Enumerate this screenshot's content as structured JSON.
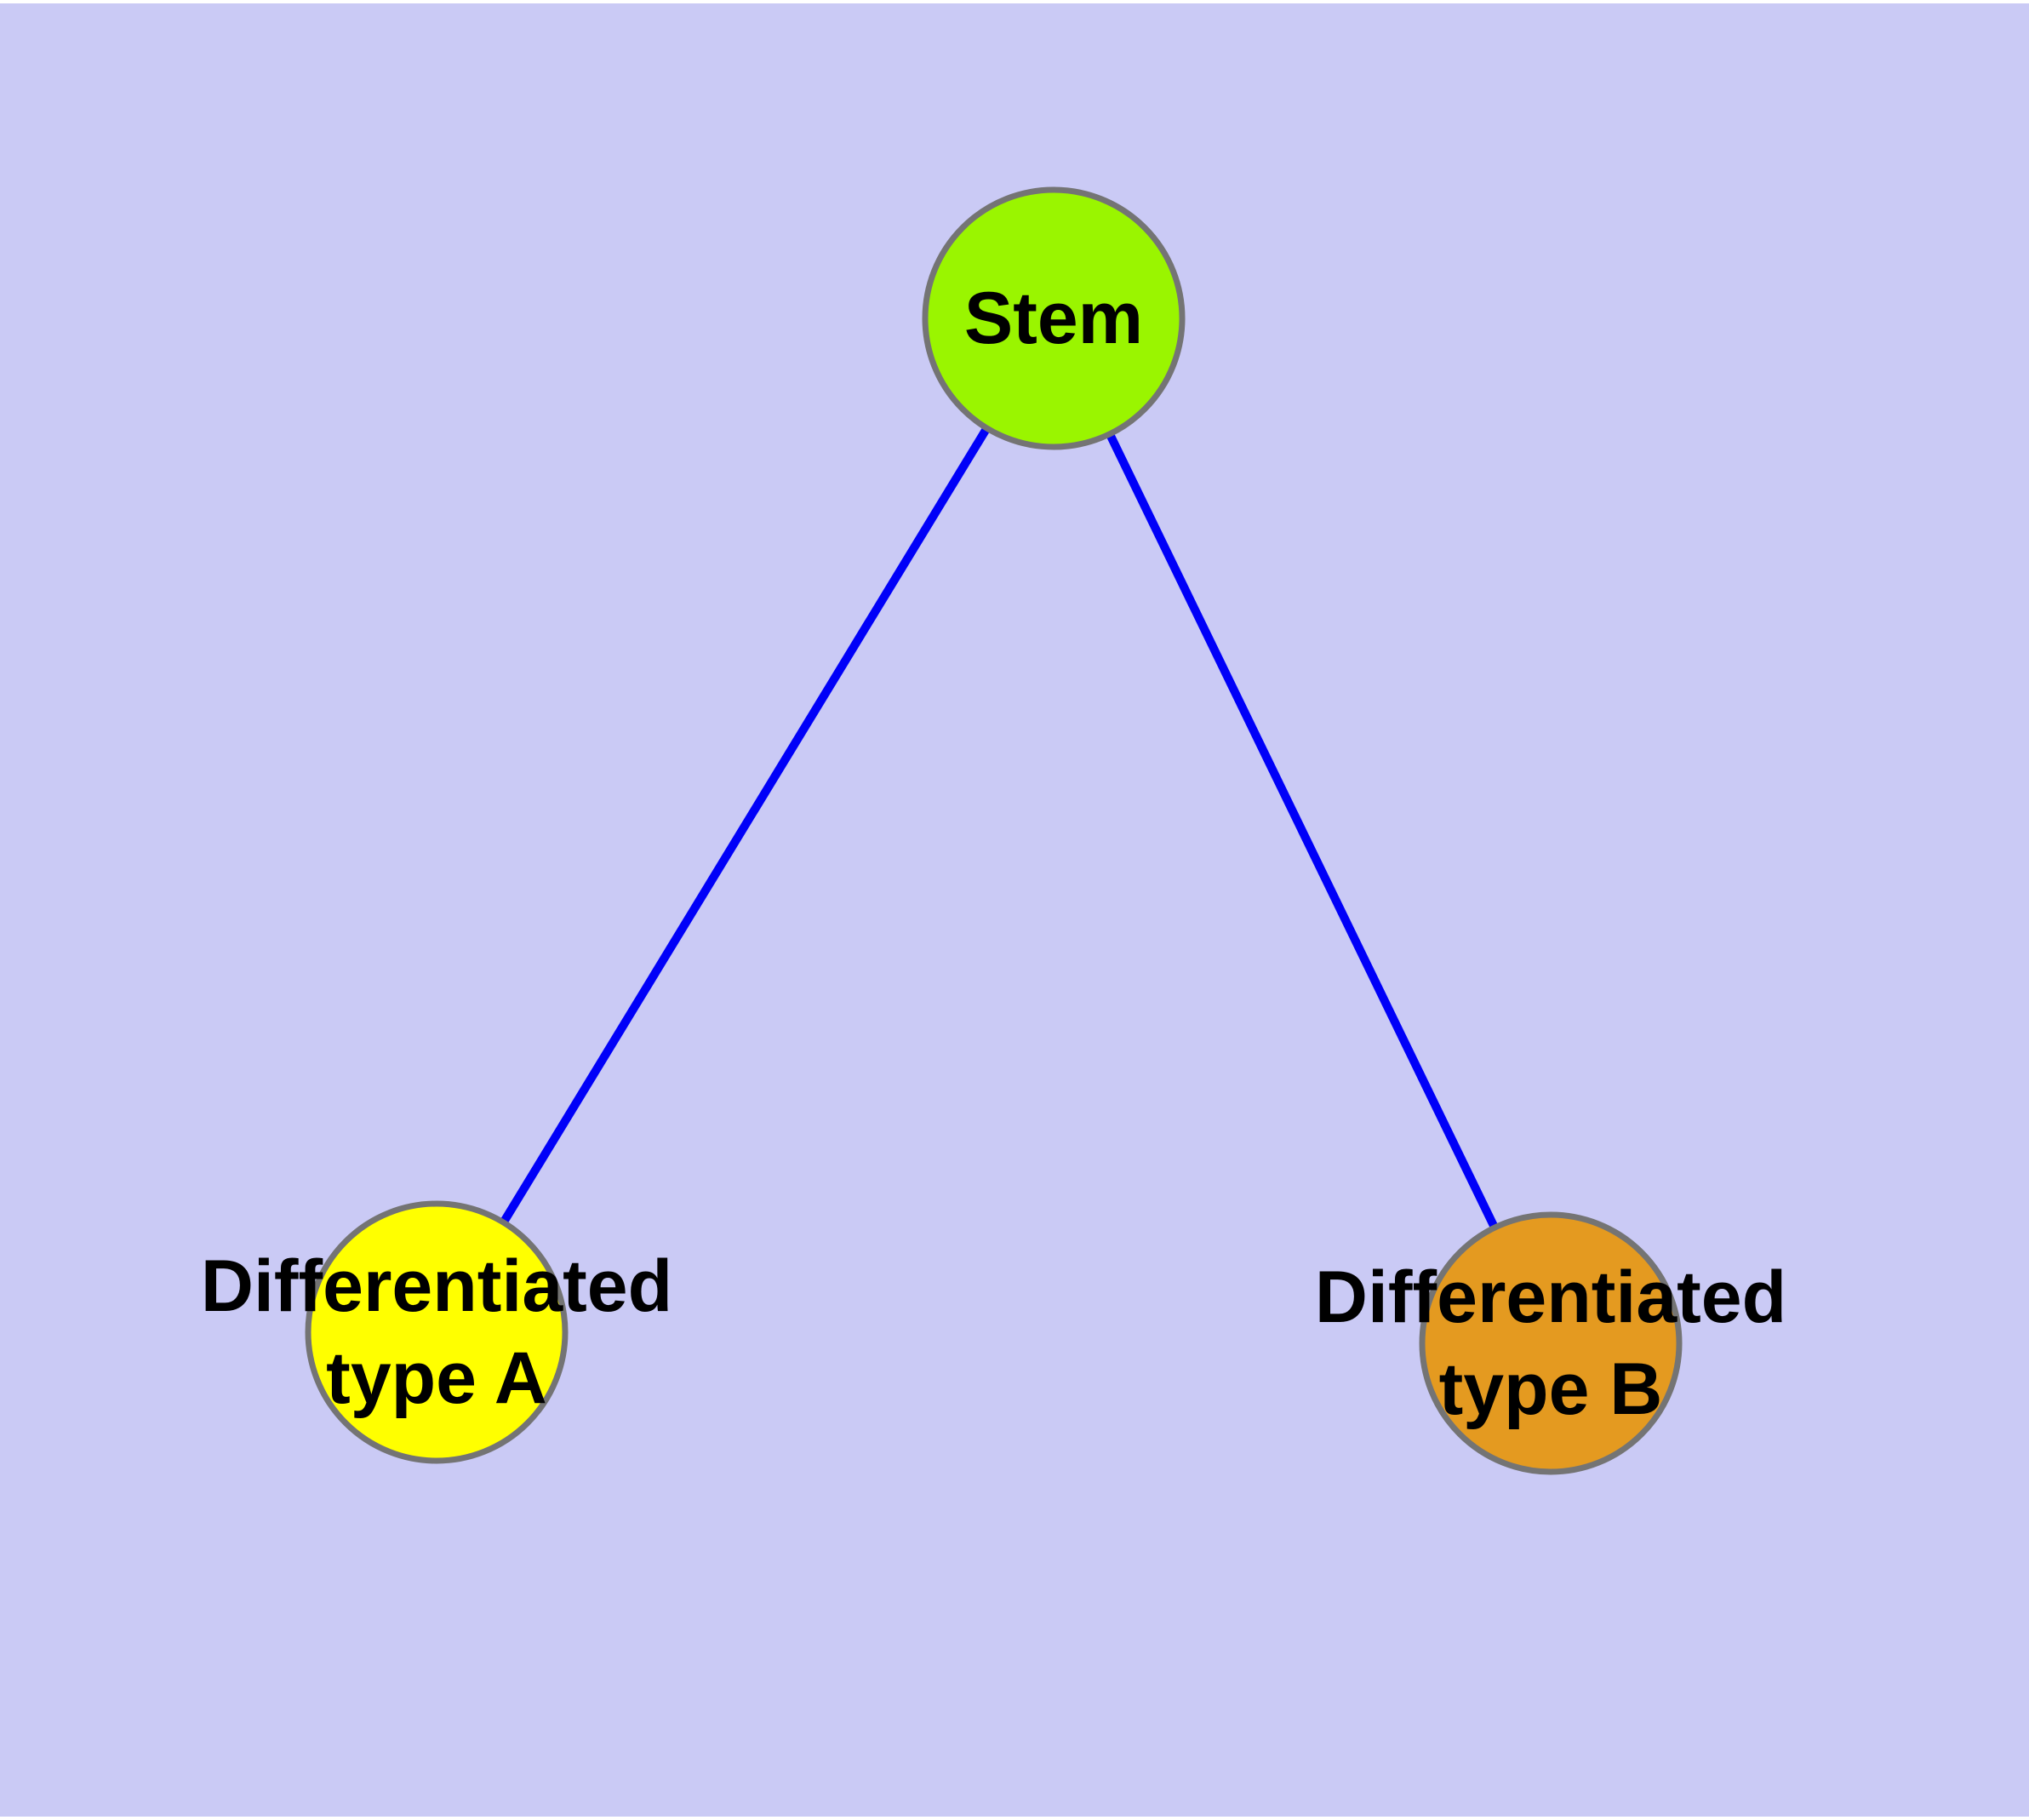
{
  "colors": {
    "background": "#CACAF5",
    "edge": "#0000F8",
    "node_border": "#747474",
    "label": "#000000"
  },
  "nodes": [
    {
      "id": "stem",
      "label": "Stem",
      "color": "#9AF500"
    },
    {
      "id": "type-a",
      "label": "Differentiated\ntype A",
      "color": "#FFFF00"
    },
    {
      "id": "type-b",
      "label": "Differentiated\ntype B",
      "color": "#E49A20"
    }
  ],
  "edges": [
    {
      "from": "stem",
      "to": "type-a"
    },
    {
      "from": "stem",
      "to": "type-b"
    }
  ]
}
